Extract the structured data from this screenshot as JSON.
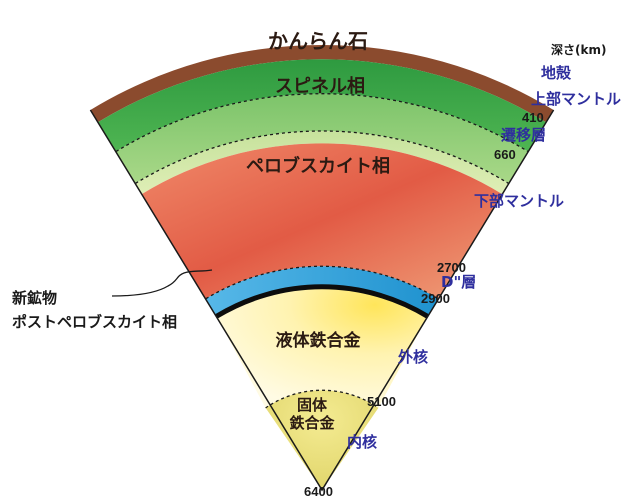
{
  "colors": {
    "crust": "#8b4b2e",
    "olivine": "#3fae4a",
    "spinel": "#8dcd6f",
    "transition": "#d3e8a6",
    "perovskite": "#e86a4c",
    "dlayer": "#2aa0d8",
    "outer_core": "#fff09a",
    "inner_core": "#e8de7a",
    "region_text": "#2f2f9e"
  },
  "layers": {
    "olivine": "かんらん石",
    "spinel": "スピネル相",
    "perovskite": "ペロブスカイト相",
    "outer_core": "液体鉄合金",
    "inner_core_line1": "固体",
    "inner_core_line2": "鉄合金"
  },
  "regions": {
    "crust": "地殻",
    "upper_mantle": "上部マントル",
    "transition_zone": "遷移層",
    "lower_mantle": "下部マントル",
    "d_layer": "D\"層",
    "outer_core": "外核",
    "inner_core": "内核"
  },
  "depth_unit": "深さ(km)",
  "depths": [
    "410",
    "660",
    "2700",
    "2900",
    "5100",
    "6400"
  ],
  "new_mineral": {
    "line1": "新鉱物",
    "line2": "ポストペロブスカイト相"
  }
}
